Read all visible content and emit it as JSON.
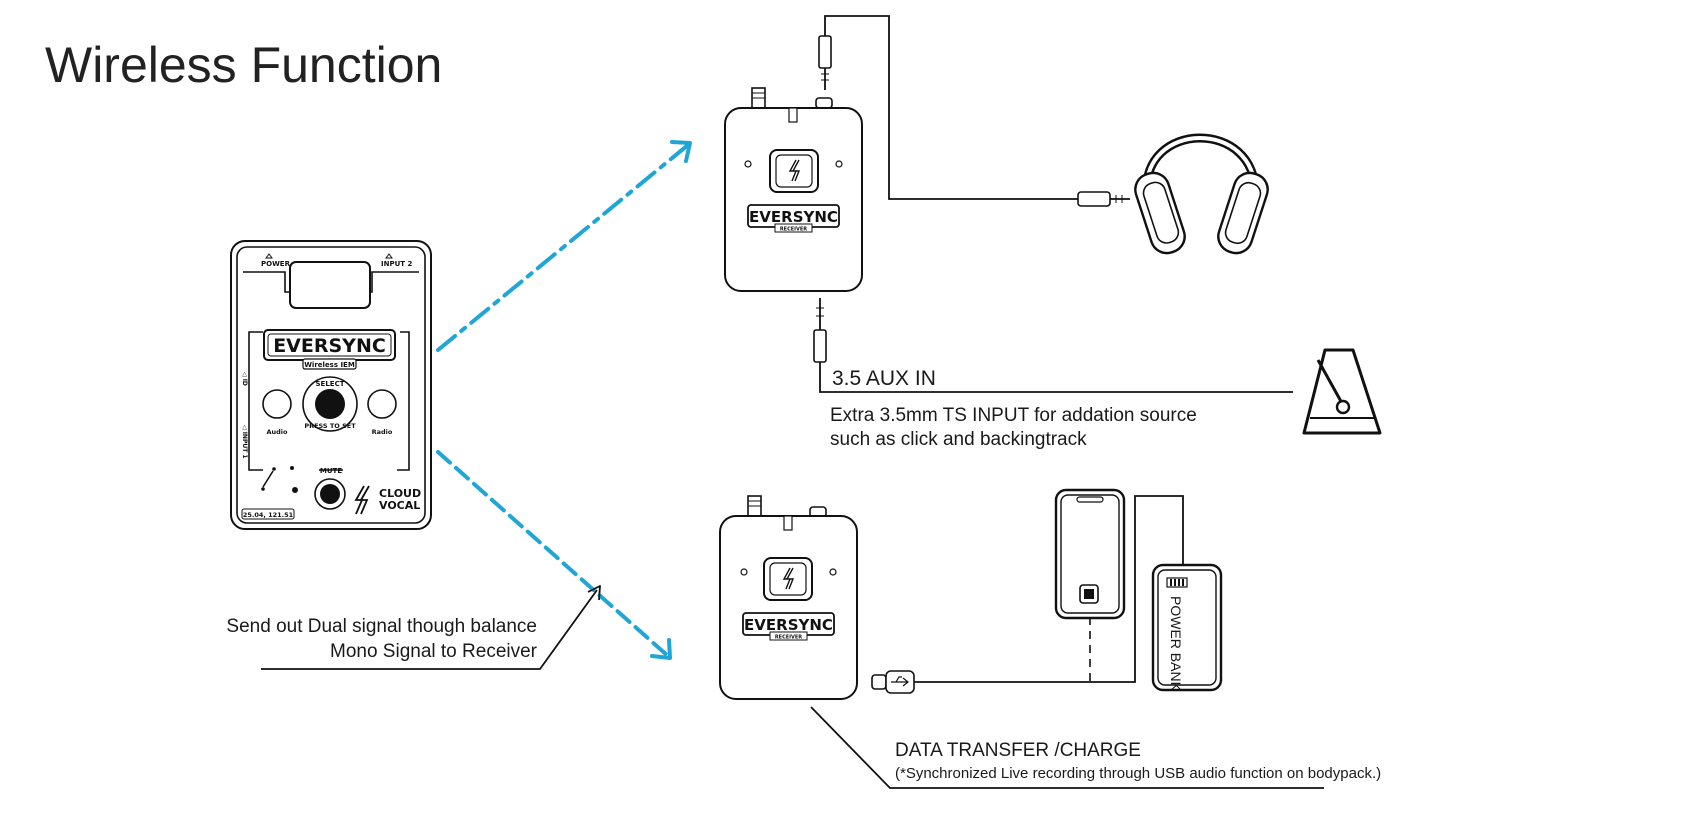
{
  "title": "Wireless Function",
  "transmitter": {
    "brand": "EVERSYNC",
    "model": "Wireless IEM",
    "power_label": "POWER",
    "input2_label": "INPUT 2",
    "select_label": "SELECT",
    "press_label": "PRESS TO SET",
    "audio_label": "Audio",
    "radio_label": "Radio",
    "mute_label": "MUTE",
    "cloud_label": "CLOUD",
    "vocal_label": "VOCAL",
    "freq_label": "25.04, 121.51"
  },
  "receiver": {
    "brand": "EVERSYNC",
    "sub_label": "RECEIVER"
  },
  "captions": {
    "send_line1": "Send out Dual signal though balance",
    "send_line2": "Mono Signal to  Receiver",
    "aux_title": "3.5 AUX IN",
    "aux_line1": "Extra 3.5mm TS INPUT for addation source",
    "aux_line2": "such as click and backingtrack",
    "data_title": "DATA TRANSFER /CHARGE",
    "data_note": "(*Synchronized Live recording through USB audio function on bodypack.)",
    "power_bank": "POWER BANK"
  },
  "colors": {
    "signal": "#1fa6d6",
    "ink": "#111111"
  },
  "icons": [
    "lightning-icon",
    "headphones-icon",
    "metronome-icon",
    "phone-icon",
    "usb-icon",
    "power-bank-icon"
  ]
}
